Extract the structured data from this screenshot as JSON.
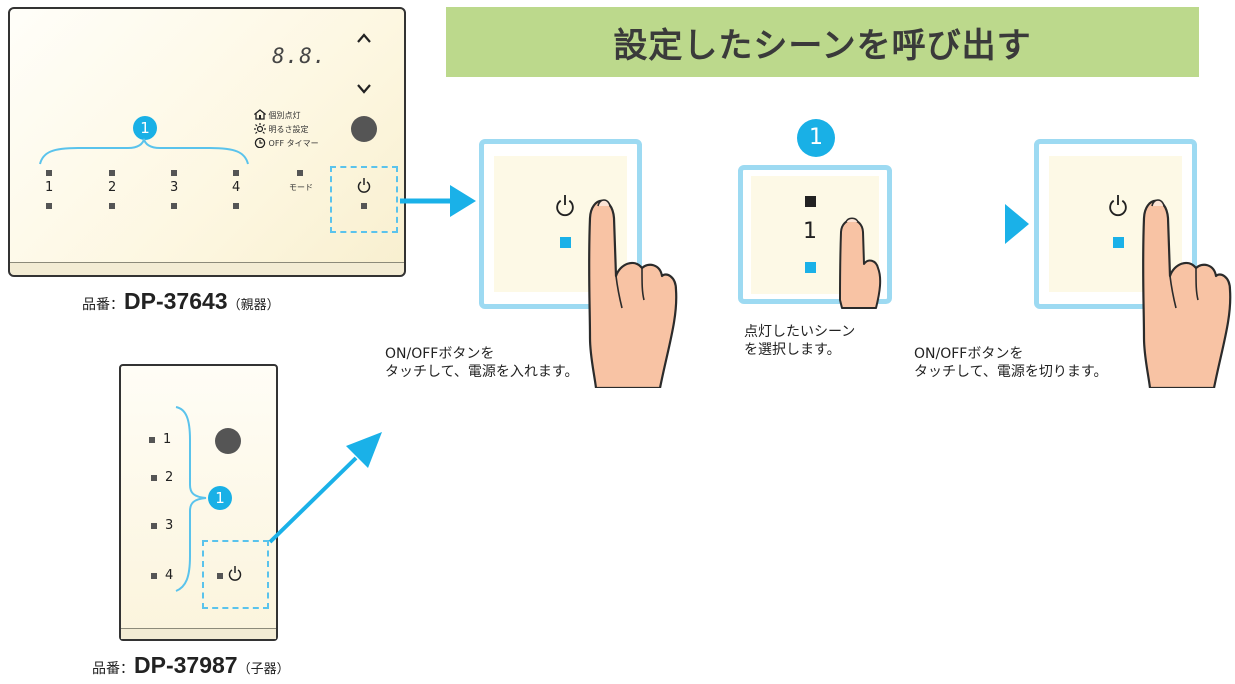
{
  "banner": {
    "title": "設定したシーンを呼び出す"
  },
  "parent_device": {
    "segment_display": "8.8.",
    "up_chevron": "^",
    "down_chevron": "v",
    "indicators": [
      "個別点灯",
      "明るさ設定",
      "OFF タイマー"
    ],
    "channels": [
      "1",
      "2",
      "3",
      "4"
    ],
    "mode_label": "モード",
    "power_symbol": "⏻",
    "badge": "1",
    "caption_prefix": "品番：",
    "model": "DP-37643",
    "caption_suffix": "（親器）"
  },
  "child_device": {
    "channels": [
      "1",
      "2",
      "3",
      "4"
    ],
    "power_symbol": "⏻",
    "badge": "1",
    "caption_prefix": "品番：",
    "model": "DP-37987",
    "caption_suffix": "（子器）"
  },
  "steps": [
    {
      "power_symbol": "⏻",
      "text_line1": "ON/OFFボタンを",
      "text_line2": "タッチして、電源を入れます。"
    },
    {
      "badge": "1",
      "channel": "1",
      "text_line1": "点灯したいシーン",
      "text_line2": "を選択します。"
    },
    {
      "power_symbol": "⏻",
      "text_line1": "ON/OFFボタンを",
      "text_line2": "タッチして、電源を切ります。"
    }
  ],
  "colors": {
    "accent_blue": "#1ab1e8",
    "banner_green": "#bcd98c",
    "frame_blue": "#9ddaf2",
    "skin": "#f8c3a4"
  }
}
